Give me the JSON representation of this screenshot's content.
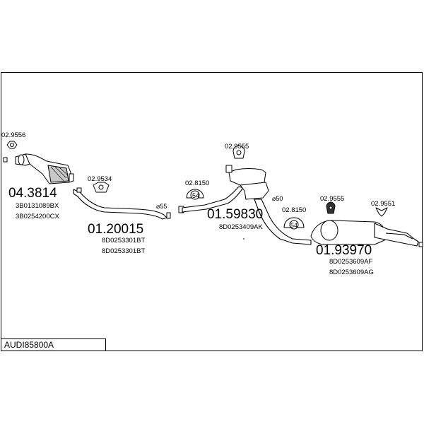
{
  "catalog_code": "AUDI85800A",
  "parts": [
    {
      "number": "04.3814",
      "refs": [
        "3B0131089BX",
        "3B0254200CX"
      ]
    },
    {
      "number": "01.20015",
      "refs": [
        "8D0253301BT",
        "8D0253301BT"
      ]
    },
    {
      "number": "01.59830",
      "refs": [
        "8D0253409AK"
      ]
    },
    {
      "number": "01.93970",
      "refs": [
        "8D0253609AF",
        "8D0253609AG"
      ]
    }
  ],
  "accessories": [
    {
      "code": "02.9556"
    },
    {
      "code": "02.9534"
    },
    {
      "code": "02.8150",
      "badge": "54"
    },
    {
      "code": "02.9555"
    },
    {
      "code": "02.8150",
      "badge": "54"
    },
    {
      "code": "02.9555"
    },
    {
      "code": "02.9551"
    }
  ],
  "diameters": [
    "⌀55",
    "⌀50"
  ]
}
